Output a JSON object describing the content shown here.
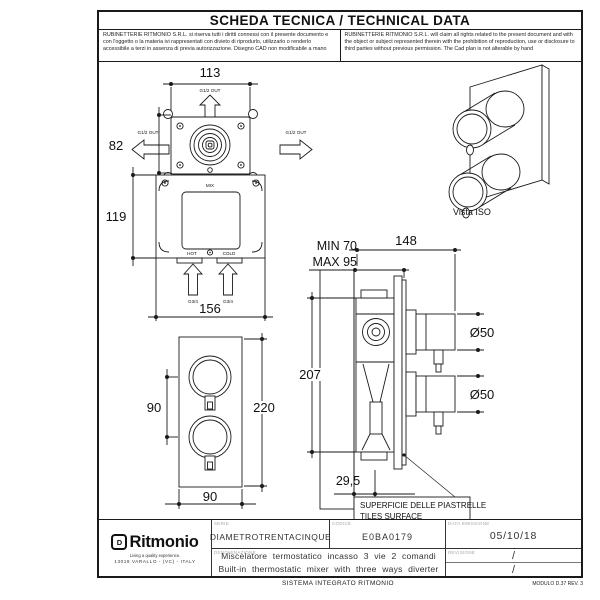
{
  "header": {
    "title": "SCHEDA TECNICA / TECHNICAL DATA",
    "disclaimer_it": "RUBINETTERIE RITMONIO S.R.L. si riserva tutti i diritti connessi con il presente documento e con l'oggetto o la materia ivi rappresentati con divieto di riprodurlo, utilizzarlo o renderlo accessibile a terzi in assenza di previa autorizzazione. Disegno CAD non modificabile a mano",
    "disclaimer_en": "RUBINETTERIE RITMONIO S.R.L. will claim all rights related to the present document and with the object or subject represented therein with the prohibition of reproduction, use or disclosure to third parties without previous permission. The Cad plan is not alterable by hand"
  },
  "plan_view": {
    "dim_width_top": "113",
    "dim_left_top": "82",
    "dim_left_bottom": "119",
    "dim_width_bottom": "156",
    "outlet_top": "G1/2 OUT",
    "outlet_left": "G1/2 OUT",
    "outlet_right": "G1/2 OUT",
    "label_mix": "MIX",
    "label_hot": "HOT",
    "label_cold": "COLD",
    "inlet_left": "G3/4",
    "inlet_right": "G3/4"
  },
  "iso_view": {
    "caption": "Vista ISO"
  },
  "side_view": {
    "dim_min": "MIN 70",
    "dim_max": "MAX 95",
    "dim_width": "148",
    "dim_height": "207",
    "dim_diameter_top": "Ø50",
    "dim_diameter_bottom": "Ø50",
    "dim_tile_offset": "29,5",
    "tile_line1": "SUPERFICIE DELLE PIASTRELLE",
    "tile_line2": "TILES SURFACE"
  },
  "front_view": {
    "dim_centers": "90",
    "dim_height": "220",
    "dim_width": "90"
  },
  "title_block": {
    "serie_label": "SERIE",
    "serie_value": "DIAMETROTRENTACINQUE",
    "codice_label": "CODICE",
    "codice_value": "E0BA0179",
    "date_label": "DATA EMISSIONE",
    "date_value": "05/10/18",
    "denom_label": "DENOMINAZIONE",
    "denom_line1": "Miscelatore termostatico incasso 3 vie 2 comandi",
    "denom_line2": "Built-in thermostatic mixer with three ways diverter",
    "revision_label": "REVISIONE",
    "revision_top": "/",
    "revision_bottom": "/"
  },
  "logo": {
    "mark": "D",
    "brand": "Ritmonio",
    "tagline": "Living a quality experience.",
    "address": "13019 VARALLO - (VC) - ITALY"
  },
  "footer": {
    "system_text": "SISTEMA INTEGRATO RITMONIO",
    "module_text": "MODULO D.37 REV. 3"
  },
  "colors": {
    "line": "#1a1a1a",
    "background": "#ffffff"
  }
}
